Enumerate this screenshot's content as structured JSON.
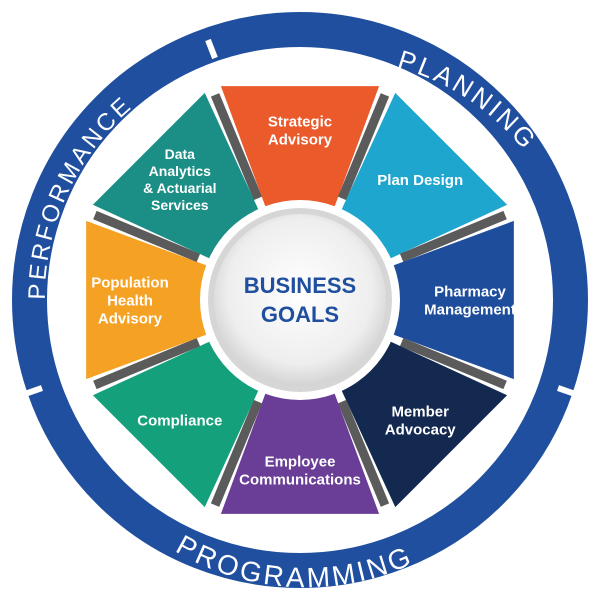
{
  "center": {
    "lines": [
      "BUSINESS",
      "GOALS"
    ]
  },
  "ring_phases": [
    {
      "label": "PLANNING",
      "color": "#1f4f9e"
    },
    {
      "label": "PROGRAMMING",
      "color": "#1f4f9e"
    },
    {
      "label": "PERFORMANCE",
      "color": "#1f4f9e"
    }
  ],
  "segments": [
    {
      "lines": [
        "Strategic",
        "Advisory"
      ],
      "color": "#ea5a2b"
    },
    {
      "lines": [
        "Plan Design"
      ],
      "color": "#1ea6cf"
    },
    {
      "lines": [
        "Pharmacy",
        "Management"
      ],
      "color": "#1d4d9b"
    },
    {
      "lines": [
        "Member",
        "Advocacy"
      ],
      "color": "#14294f"
    },
    {
      "lines": [
        "Employee",
        "Communications"
      ],
      "color": "#6a3d97"
    },
    {
      "lines": [
        "Compliance"
      ],
      "color": "#15a07c"
    },
    {
      "lines": [
        "Population",
        "Health",
        "Advisory"
      ],
      "color": "#f5a224"
    },
    {
      "lines": [
        "Data",
        "Analytics",
        "& Actuarial",
        "Services"
      ],
      "color": "#1b8f86"
    }
  ]
}
